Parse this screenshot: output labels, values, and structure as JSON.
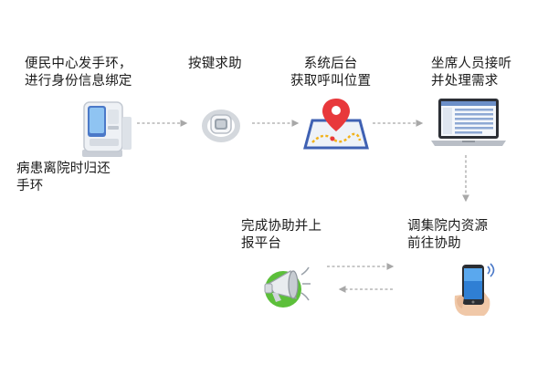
{
  "diagram": {
    "steps": {
      "issue_wristband": "便民中心发手环，\n进行身份信息绑定",
      "press_button": "按键求助",
      "locate_call": "系统后台\n获取呼叫位置",
      "agent_receive": "坐席人员接听\n并处理需求",
      "dispatch_resources": "调集院内资源\n前往协助",
      "report_complete": "完成协助并上\n报平台",
      "return_wristband": "病患离院时归还\n手环"
    },
    "icons": {
      "kiosk": "kiosk-terminal-icon",
      "wristband": "smart-wristband-icon",
      "map": "map-location-pin-icon",
      "laptop": "laptop-monitor-icon",
      "phone": "smartphone-in-hand-icon",
      "megaphone": "megaphone-icon"
    },
    "colors": {
      "arrow": "#a8a8a8",
      "pin": "#e8383b",
      "route": "#f2b21b",
      "map": "#3f61b3",
      "megaphone_green": "#5cbf3a"
    }
  }
}
